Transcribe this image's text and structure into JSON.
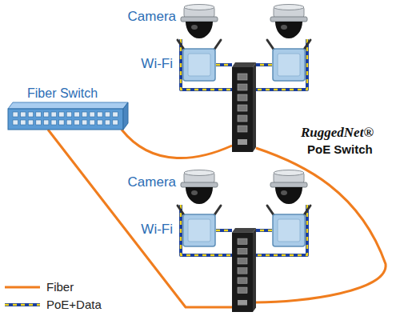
{
  "diagram": {
    "nodes": [
      {
        "text": [
          "Camera"
        ]
      },
      {
        "text": [
          "Wi-Fi"
        ]
      },
      {
        "text": [
          "Fiber Switch"
        ]
      },
      {
        "text": [
          "RuggedNet®",
          "PoE Switch"
        ]
      },
      {
        "text": [
          "Camera"
        ]
      },
      {
        "text": [
          "Wi-Fi"
        ]
      }
    ],
    "edges": [
      {
        "from": 0,
        "to": 3,
        "arrow": "none"
      },
      {
        "from": 1,
        "to": 3,
        "arrow": "none"
      },
      {
        "from": 2,
        "to": 3,
        "arrow": "none"
      }
    ],
    "legend": [
      {
        "text": "Fiber"
      },
      {
        "text": "PoE+Data"
      }
    ]
  }
}
